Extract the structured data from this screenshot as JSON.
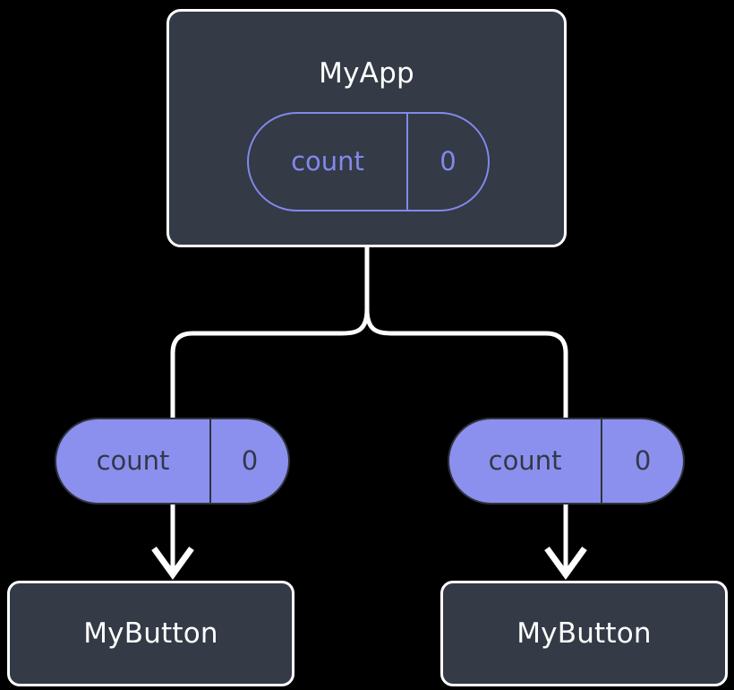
{
  "diagram": {
    "title": "MyApp component tree with shared count state",
    "background_color": "#000000",
    "edge_color": "#ffffff",
    "node_fill": "#343a46",
    "node_border": "#ffffff",
    "state_accent": "#8b90ee",
    "state_outline_text": "#8288ec",
    "state_filled_text": "#33384a"
  },
  "root": {
    "label": "MyApp",
    "state": {
      "key": "count",
      "value": "0"
    }
  },
  "children": [
    {
      "label": "MyButton",
      "state": {
        "key": "count",
        "value": "0"
      }
    },
    {
      "label": "MyButton",
      "state": {
        "key": "count",
        "value": "0"
      }
    }
  ]
}
